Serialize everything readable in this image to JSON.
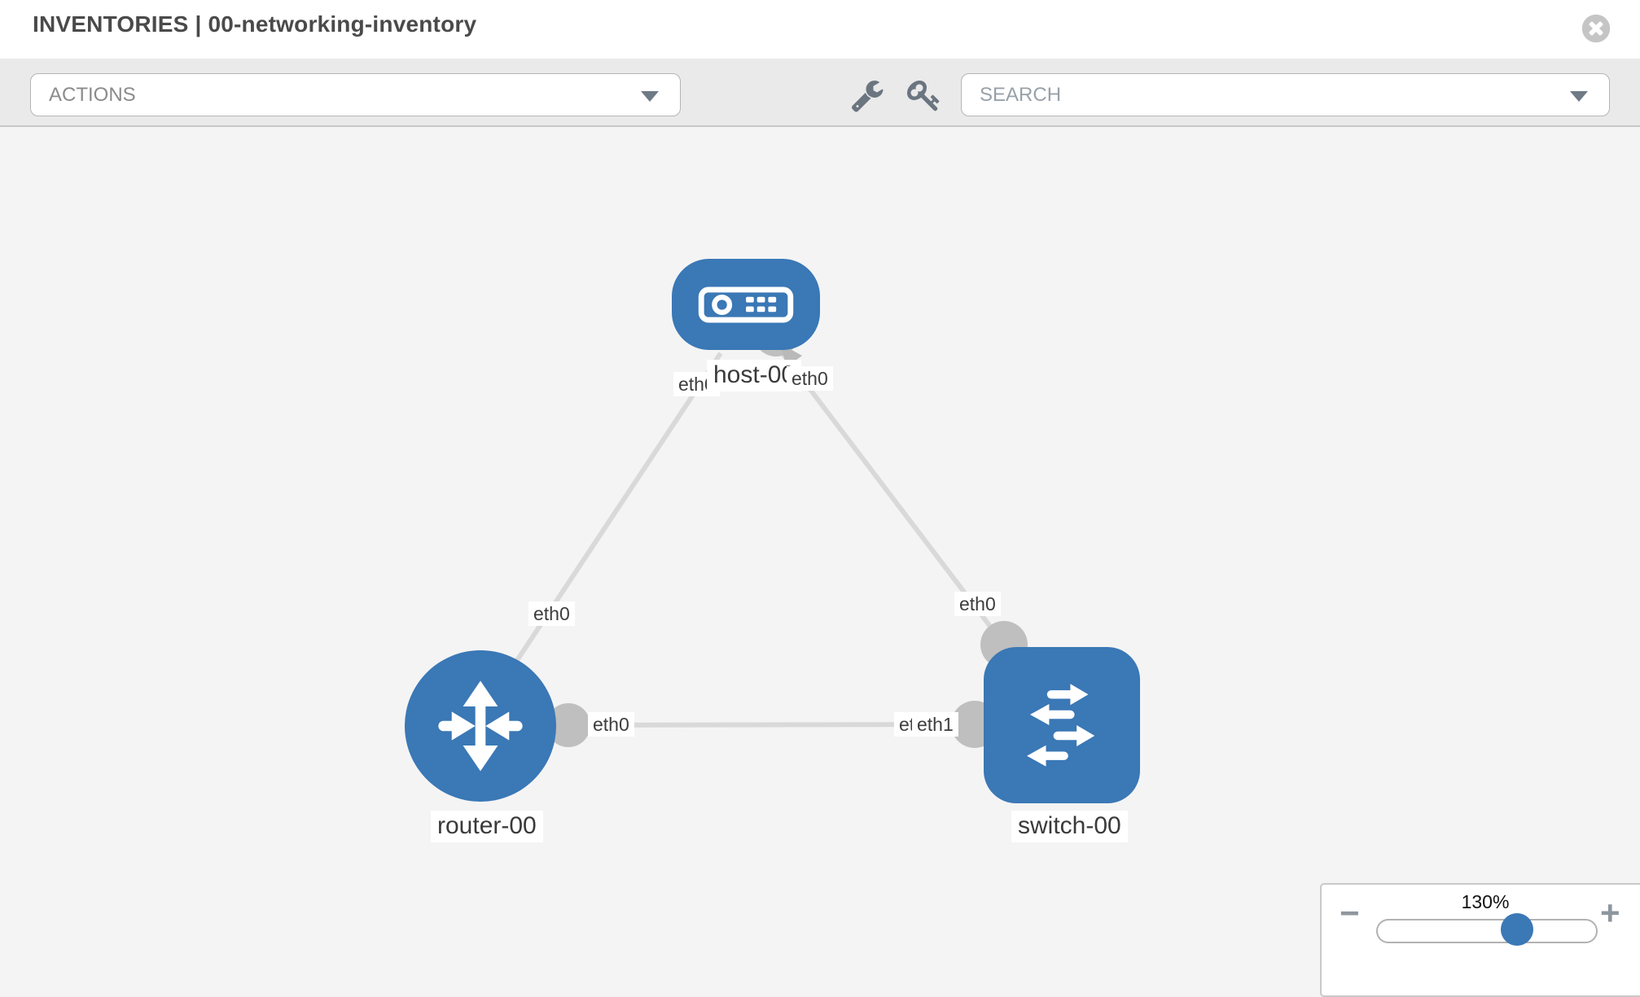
{
  "header": {
    "title": "INVENTORIES | 00-networking-inventory"
  },
  "toolbar": {
    "actions_label": "ACTIONS",
    "search_placeholder": "SEARCH"
  },
  "topology": {
    "nodes": [
      {
        "id": "host-00",
        "type": "host",
        "label": "host-00"
      },
      {
        "id": "router-00",
        "type": "router",
        "label": "router-00"
      },
      {
        "id": "switch-00",
        "type": "switch",
        "label": "switch-00"
      }
    ],
    "links": [
      {
        "from": "host-00",
        "from_iface": "eth0",
        "to": "router-00",
        "to_iface": "eth0"
      },
      {
        "from": "host-00",
        "from_iface": "eth0",
        "to": "switch-00",
        "to_iface": "eth0"
      },
      {
        "from": "router-00",
        "from_iface": "eth0",
        "to": "switch-00",
        "to_iface": "eth1"
      }
    ],
    "iface_chips": {
      "host_left": "eth0",
      "host_right": "eth0",
      "router_link": "eth0",
      "switch_link": "eth0",
      "mid_router": "eth0",
      "mid_switch_hidden": "eth0",
      "mid_switch": "eth1"
    }
  },
  "zoom_control": {
    "value": "130%",
    "minus_label": "−",
    "plus_label": "+"
  },
  "colors": {
    "node_blue": "#3a78b6",
    "link_gray": "#d9d9d9",
    "port_gray": "#bfbfbf"
  }
}
